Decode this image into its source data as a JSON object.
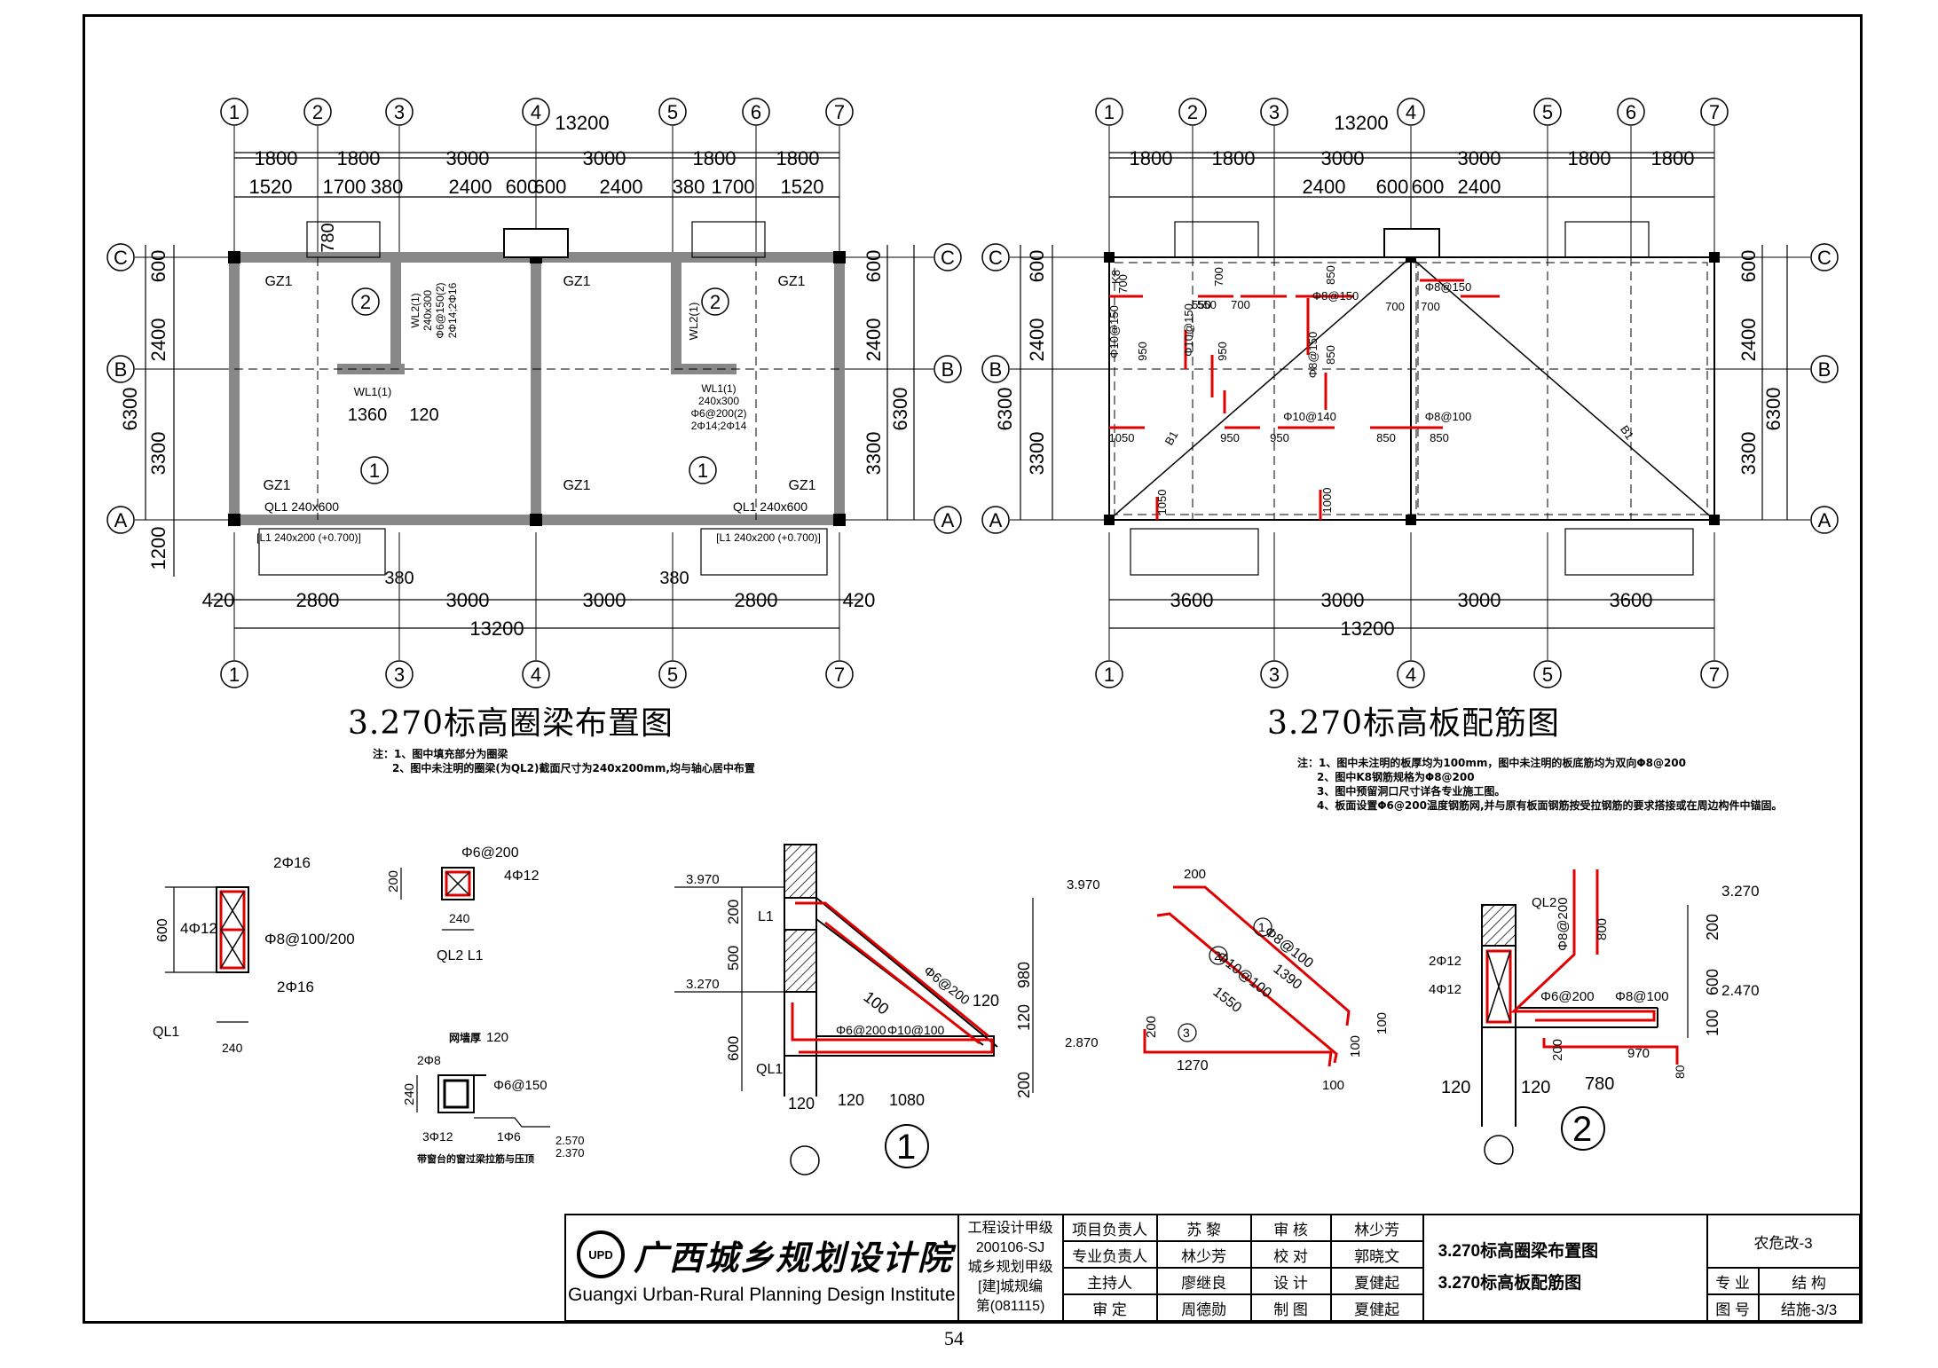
{
  "left_plan": {
    "title": "3.270标高圈梁布置图",
    "notes": [
      "注：1、图中填充部分为圈梁",
      "2、图中未注明的圈梁(为QL2)截面尺寸为240x200mm,均与轴心居中布置"
    ],
    "axes_top": [
      "1",
      "2",
      "3",
      "4",
      "5",
      "6",
      "7"
    ],
    "axes_bottom": [
      "1",
      "3",
      "4",
      "5",
      "7"
    ],
    "rows": [
      "C",
      "B",
      "A"
    ],
    "dims_top_total": "13200",
    "dims_top_row1": [
      "1800",
      "1800",
      "3000",
      "3000",
      "1800",
      "1800"
    ],
    "dims_top_row2": [
      "1520",
      "1700",
      "380",
      "2400",
      "600",
      "600",
      "2400",
      "380",
      "1700",
      "1520"
    ],
    "dims_left": [
      "600",
      "2400",
      "6300",
      "3300",
      "1200"
    ],
    "dims_right": [
      "600",
      "2400",
      "6300",
      "3300"
    ],
    "dims_bottom": [
      "420",
      "2800",
      "3000",
      "3000",
      "2800",
      "420"
    ],
    "dims_bottom_total": "13200",
    "labels": {
      "gz1": "GZ1",
      "dim780": "780",
      "dim1360": "1360",
      "dim120": "120",
      "dim380": "380",
      "ql1_left": "QL1 240x600",
      "ql1_right": "QL1 240x600",
      "l1_left": "[L1 240x200 (+0.700)]",
      "l1_right": "[L1 240x200 (+0.700)]",
      "wl1_a": "WL1(1)",
      "wl1_b": [
        "WL1(1)",
        "240x300",
        "Φ6@200(2)",
        "2Φ14;2Φ14"
      ],
      "wl2_a": [
        "WL2(1)",
        "240x300",
        "Φ6@150(2)",
        "2Φ14;2Φ16"
      ],
      "wl2_b": "WL2(1)",
      "mark1": "1",
      "mark2": "2"
    }
  },
  "right_plan": {
    "title": "3.270标高板配筋图",
    "notes": [
      "注：1、图中未注明的板厚均为100mm，图中未注明的板底筋均为双向Φ8@200",
      "2、图中K8钢筋规格为Φ8@200",
      "3、图中预留洞口尺寸详各专业施工图。",
      "4、板面设置Φ6@200温度钢筋网,并与原有板面钢筋按受拉钢筋的要求搭接或在周边构件中锚固。"
    ],
    "axes_top": [
      "1",
      "2",
      "3",
      "4",
      "5",
      "6",
      "7"
    ],
    "axes_bottom": [
      "1",
      "3",
      "4",
      "5",
      "7"
    ],
    "rows": [
      "C",
      "B",
      "A"
    ],
    "dims_top_total": "13200",
    "dims_top_row1": [
      "1800",
      "1800",
      "3000",
      "3000",
      "1800",
      "1800"
    ],
    "dims_top_row2": [
      "2400",
      "600",
      "600",
      "2400"
    ],
    "dims_left": [
      "600",
      "2400",
      "6300",
      "3300"
    ],
    "dims_right": [
      "600",
      "2400",
      "6300",
      "3300"
    ],
    "dims_bottom": [
      "3600",
      "3000",
      "3000",
      "3600"
    ],
    "dims_bottom_total": "13200",
    "rebar": [
      "K8",
      "700",
      "550",
      "550",
      "700",
      "700",
      "850",
      "Φ8@150",
      "Φ10@150",
      "Φ10@150",
      "950",
      "950",
      "Φ8@150",
      "850",
      "Φ10@140",
      "Φ8@100",
      "1050",
      "950",
      "950",
      "850",
      "850",
      "1000",
      "1050",
      "Φ8@150",
      "700",
      "700",
      "B1"
    ]
  },
  "details": {
    "ql1": {
      "top": "2Φ16",
      "mid": "4Φ12",
      "stirrup": "Φ8@100/200",
      "bot": "2Φ16",
      "h": "600",
      "w": "240",
      "name": "QL1"
    },
    "ql2": {
      "stirrup": "Φ6@200",
      "bars": "4Φ12",
      "h": "200",
      "w": "240",
      "name": "QL2   L1"
    },
    "gz": {
      "top": "2Φ8",
      "stirrup": "Φ6@150",
      "bot": "3Φ12",
      "h": "240",
      "w": "120",
      "w2": "1Φ6",
      "lbl": "网墙厚",
      "e1": "2.570",
      "e2": "2.370",
      "caption": "带窗台的窗过梁拉筋与压顶"
    },
    "sec1": {
      "e3970": "3.970",
      "e3270": "3.270",
      "l1": "L1",
      "ql1": "QL1",
      "d200": "200",
      "d500": "500",
      "d600": "600",
      "d120": "120",
      "d1080": "1080",
      "d980": "980",
      "d2870": "2.870",
      "d100": "100",
      "r1": "Φ6@200",
      "r2": "Φ10@100",
      "r3": "Φ6@200",
      "tag": "1"
    },
    "bars": {
      "l1": "Φ8@100",
      "l1len": "1390",
      "l2": "Φ10@100",
      "l2len": "1550",
      "l3len": "1270",
      "d200": "200",
      "d100": "100",
      "m1": "1",
      "m2": "2",
      "m3": "3"
    },
    "sec2": {
      "ql2": "QL2",
      "r1": "Φ8@200",
      "top": "2Φ12",
      "mid": "4Φ12",
      "r2": "Φ6@200",
      "r3": "Φ8@100",
      "d800": "800",
      "d200": "200",
      "d600": "600",
      "d100": "100",
      "e3270": "3.270",
      "e2470": "2.470",
      "d970": "970",
      "d80": "80",
      "d120": "120",
      "d780": "780",
      "tag": "2"
    }
  },
  "title_block": {
    "logo_text": "UPD",
    "institute_cn": "广西城乡规划设计院",
    "institute_en": "Guangxi Urban-Rural Planning Design Institute",
    "qual": [
      "工程设计甲级",
      "200106-SJ",
      "城乡规划甲级",
      "[建]城规编",
      "第(081115)"
    ],
    "roles": [
      [
        "项目负责人",
        "苏  黎",
        "审  核",
        "林少芳"
      ],
      [
        "专业负责人",
        "林少芳",
        "校  对",
        "郭晓文"
      ],
      [
        "主持人",
        "廖继良",
        "设  计",
        "夏健起"
      ],
      [
        "审  定",
        "周德勋",
        "制  图",
        "夏健起"
      ]
    ],
    "drawing_names": [
      "3.270标高圈梁布置图",
      "3.270标高板配筋图"
    ],
    "project": "农危改-3",
    "spec_label": "专  业",
    "spec": "结  构",
    "no_label": "图  号",
    "no": "结施-3/3"
  },
  "page_number": "54"
}
